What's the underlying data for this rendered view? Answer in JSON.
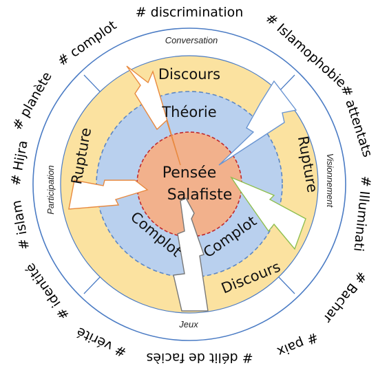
{
  "hashtags": [
    "# discrimination",
    "# Islamophobie",
    "# attentats",
    "# Illuminati",
    "# Bachar",
    "# paix",
    "# délit de faciès",
    "# vérité",
    "# identité",
    "# islam",
    "# Hijra",
    "# planète",
    "# complot"
  ],
  "activities": {
    "top": "Conversation",
    "right": "Visionnement",
    "bottom": "Jeux",
    "left": "Participation"
  },
  "layers": {
    "discours_top": "Discours",
    "discours_bottom": "Discours",
    "rupture_left": "Rupture",
    "rupture_right": "Rupture",
    "theorie": "Théorie",
    "complot_left": "Complot",
    "complot_right": "Complot",
    "center_line1": "Pensée",
    "center_line2": "Salafiste"
  },
  "colors": {
    "outer_ring": "#ffffff",
    "outer_stroke": "#4a7bc4",
    "discours": "#fbe2a0",
    "theorie": "#b9d0ee",
    "theorie_border": "#5b86c5",
    "core": "#f2b18c",
    "core_border": "#c0282c",
    "bolt_fill": "#ffffff",
    "bolt_orange": "#e8893f",
    "bolt_blue": "#6a95d2",
    "bolt_green": "#8fbf4f"
  }
}
